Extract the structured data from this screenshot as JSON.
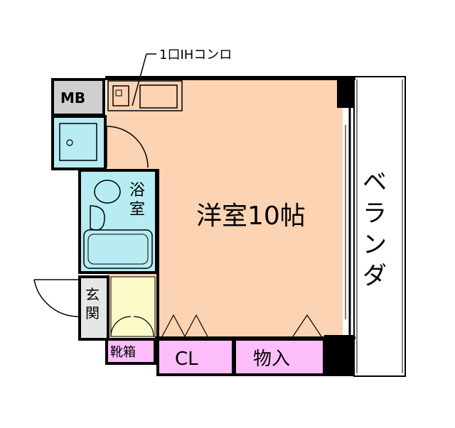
{
  "labels": {
    "stove": "1口IHコンロ",
    "mb": "MB",
    "bath_1": "浴",
    "bath_2": "室",
    "room": "洋室10帖",
    "veranda": [
      "ベ",
      "ラ",
      "ン",
      "ダ"
    ],
    "entrance_1": "玄",
    "entrance_2": "関",
    "shoe": "靴箱",
    "closet": "CL",
    "storage": "物入"
  },
  "colors": {
    "wall": "#000000",
    "room_floor": "#fcd3b3",
    "wet_area": "#b7ecf3",
    "entrance_floor": "#fbfbc9",
    "closet_fill": "#fdbdfa",
    "mb_fill": "#cfcfcf"
  }
}
